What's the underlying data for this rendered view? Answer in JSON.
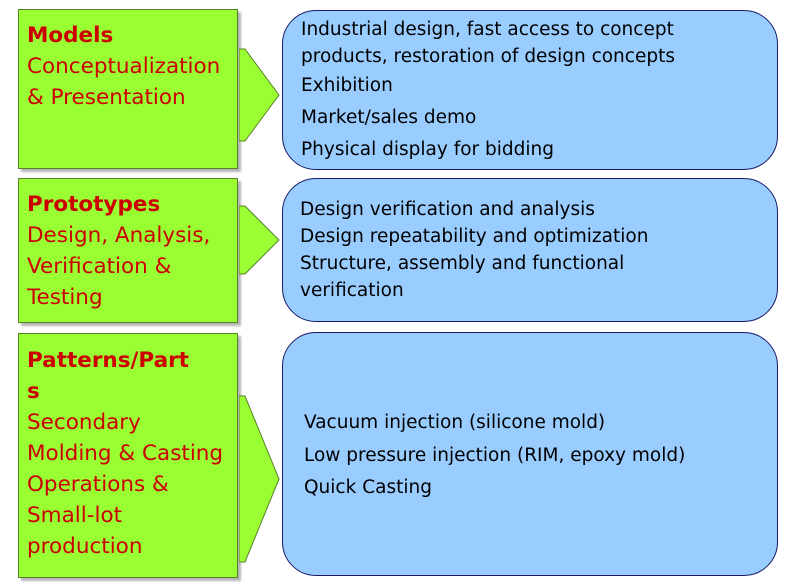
{
  "rows": [
    {
      "title": "Models",
      "desc_lines": [
        "Conceptualization",
        "& Presentation"
      ],
      "bullets": [
        [
          "Industrial design, fast access to concept",
          "products, restoration of design concepts"
        ],
        [
          "Exhibition"
        ],
        [
          "Market/sales demo"
        ],
        [
          "Physical display for bidding"
        ]
      ]
    },
    {
      "title": "Prototypes",
      "desc_lines": [
        "Design, Analysis,",
        "Verification &",
        "Testing"
      ],
      "bullets": [
        [
          "Design verification and analysis"
        ],
        [
          "Design repeatability and optimization"
        ],
        [
          "Structure, assembly and functional",
          "verification"
        ]
      ]
    },
    {
      "title_lines": [
        "Patterns/Part",
        "s"
      ],
      "desc_lines": [
        "Secondary",
        "Molding & Casting",
        "Operations &",
        "Small-lot",
        "production"
      ],
      "bullets": [
        [
          "Vacuum injection (silicone mold)"
        ],
        [
          "Low pressure injection (RIM, epoxy mold)"
        ],
        [
          "Quick Casting"
        ]
      ]
    }
  ],
  "colors": {
    "left_box_fill": "#99ff33",
    "left_text": "#cc0000",
    "arrow_fill": "#99ff33",
    "right_box_fill": "#99ccff",
    "right_box_border": "#1a1a66"
  }
}
